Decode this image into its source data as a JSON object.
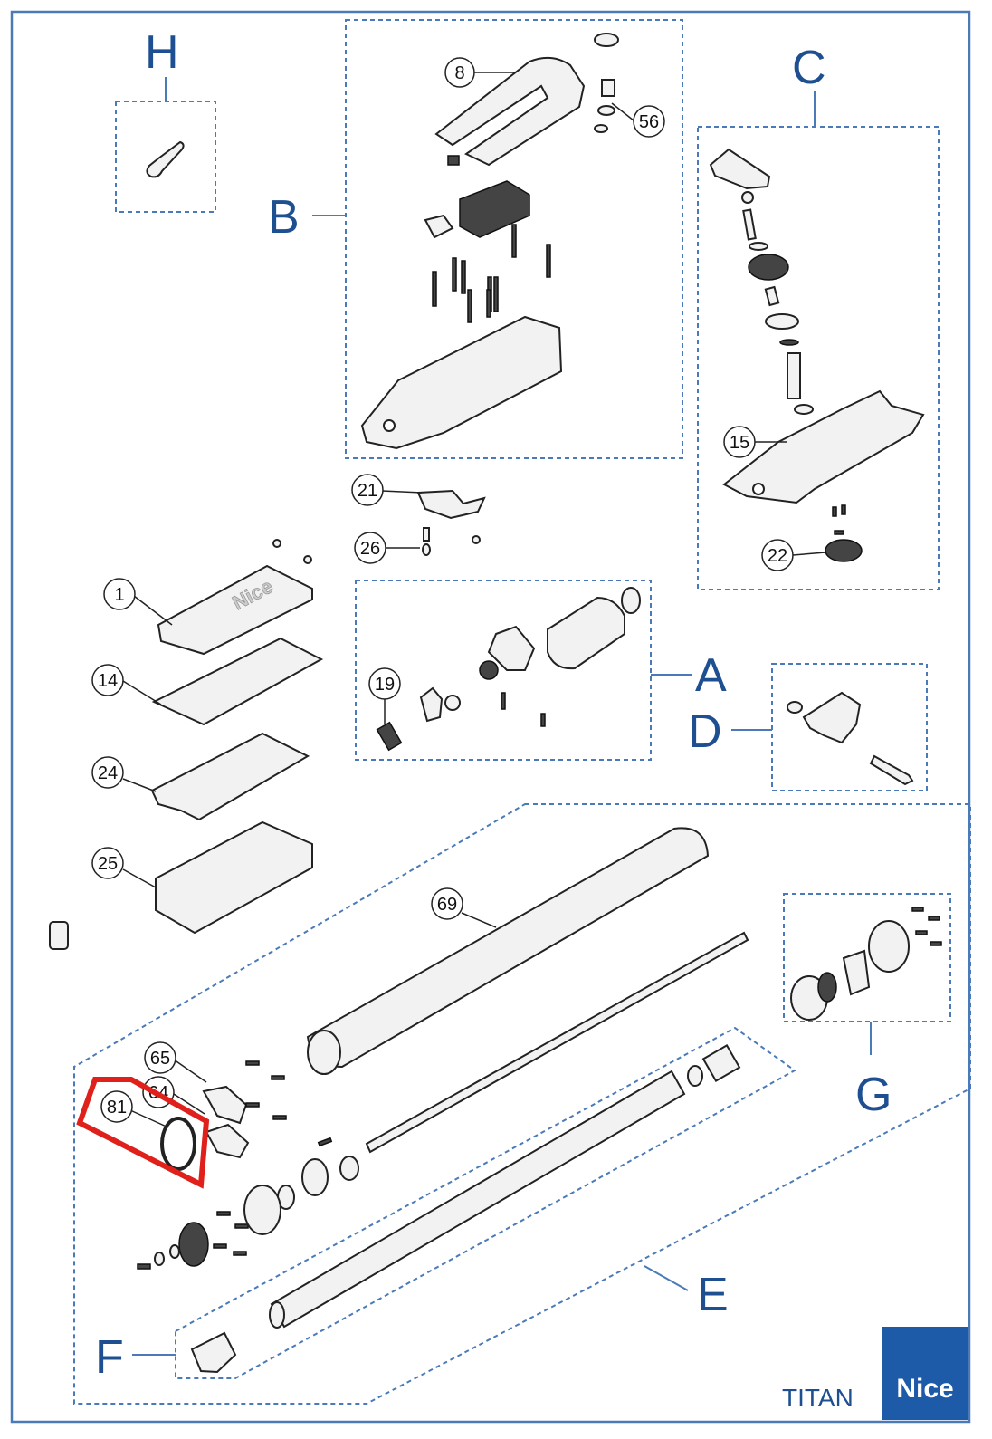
{
  "groups": {
    "A": "A",
    "B": "B",
    "C": "C",
    "D": "D",
    "E": "E",
    "F": "F",
    "G": "G",
    "H": "H"
  },
  "callouts": {
    "c1": "1",
    "c8": "8",
    "c14": "14",
    "c15": "15",
    "c19": "19",
    "c21": "21",
    "c22": "22",
    "c24": "24",
    "c25": "25",
    "c26": "26",
    "c56": "56",
    "c64": "64",
    "c65": "65",
    "c69": "69",
    "c81": "81"
  },
  "brand": {
    "product": "TITAN",
    "logo": "Nice",
    "logo_color": "#1d5aa8"
  },
  "colors": {
    "group_label": "#1d4f91",
    "group_border": "#4a7ab8",
    "highlight": "#e0201b"
  }
}
